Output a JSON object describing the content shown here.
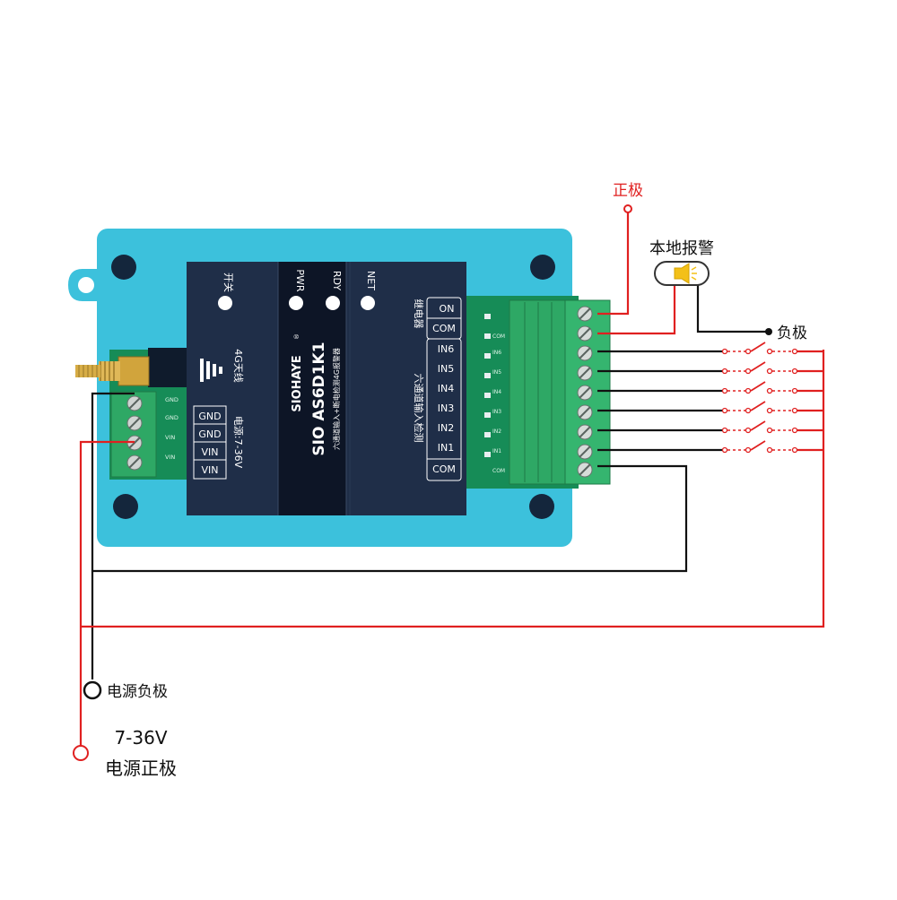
{
  "labels": {
    "positive": "正极",
    "local_alarm": "本地报警",
    "negative": "负极",
    "power_negative": "电源负极",
    "voltage": "7-36V",
    "power_positive": "电源正极"
  },
  "device": {
    "switch_label": "开关",
    "antenna_label": "4G天线",
    "pwr": "PWR",
    "rdy": "RDY",
    "net": "NET",
    "brand": "SIOHAYE",
    "registered": "®",
    "model": "SIO AS6D1K1",
    "subtitle": "六通道输入+断电检测4G报警器",
    "power_range": "电源:7-36V",
    "relay_label": "继电器",
    "inputs_title": "六通道输入检测",
    "left_terminals": [
      "GND",
      "GND",
      "VIN",
      "VIN"
    ],
    "left_pcb_silk": [
      "GND",
      "GND",
      "VIN",
      "VIN"
    ],
    "relay_terminals": [
      "ON",
      "COM"
    ],
    "input_terminals": [
      "IN6",
      "IN5",
      "IN4",
      "IN3",
      "IN2",
      "IN1"
    ],
    "common_terminal": "COM",
    "right_pcb_silk": [
      "COM",
      "IN6",
      "IN5",
      "IN4",
      "IN3",
      "IN2",
      "IN1",
      "COM"
    ]
  },
  "colors": {
    "wire_red": "#e02020",
    "wire_black": "#111111",
    "enclosure": "#3cc1dc",
    "panel": "#1f2e48",
    "panel_center": "#0d1526",
    "terminal_green": "#2ea865",
    "pcb_green": "#168c57"
  },
  "icons": [
    "antenna-icon",
    "buzzer-icon",
    "led-indicator-icon",
    "switch-icon"
  ]
}
